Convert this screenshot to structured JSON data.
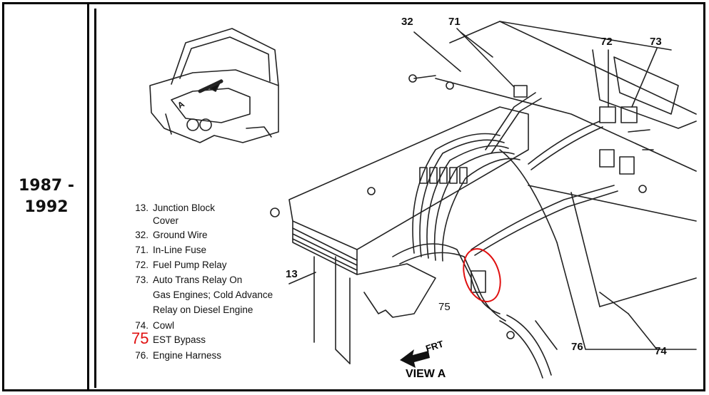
{
  "year_range": "1987 - 1992",
  "legend": [
    {
      "num": "13.",
      "lines": [
        "Junction Block",
        "Cover"
      ]
    },
    {
      "num": "32.",
      "lines": [
        "Ground Wire"
      ]
    },
    {
      "num": "71.",
      "lines": [
        "In-Line Fuse"
      ]
    },
    {
      "num": "72.",
      "lines": [
        "Fuel Pump Relay"
      ]
    },
    {
      "num": "73.",
      "lines": [
        "Auto Trans Relay On",
        "Gas Engines; Cold Advance",
        "Relay on Diesel Engine"
      ]
    },
    {
      "num": "74.",
      "lines": [
        "Cowl"
      ]
    },
    {
      "num": "75",
      "lines": [
        "EST Bypass"
      ],
      "highlight": true
    },
    {
      "num": "76.",
      "lines": [
        "Engine Harness"
      ]
    }
  ],
  "callouts": {
    "c32": "32",
    "c71": "71",
    "c72": "72",
    "c73": "73",
    "c13": "13",
    "c75": "75",
    "c76": "76",
    "c74": "74",
    "inset_letter": "A"
  },
  "view_label": "VIEW A",
  "front_label": "FRT",
  "colors": {
    "highlight_red": "#e01010",
    "line": "#222222"
  }
}
